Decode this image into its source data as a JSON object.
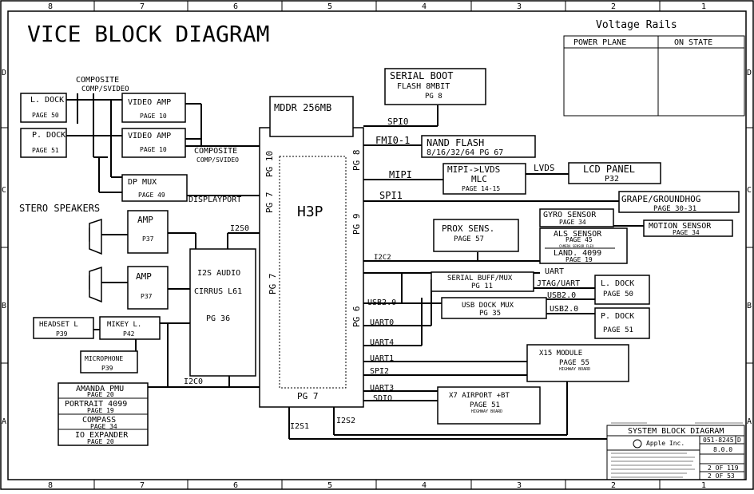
{
  "title": "VICE BLOCK DIAGRAM",
  "border": {
    "columns": [
      "8",
      "7",
      "6",
      "5",
      "4",
      "3",
      "2",
      "1"
    ],
    "rows": [
      "D",
      "C",
      "B",
      "A"
    ]
  },
  "voltage_rails": {
    "title": "Voltage Rails",
    "col_power": "POWER PLANE",
    "col_state": "ON STATE"
  },
  "soc": {
    "name": "H3P",
    "pg_left_top": "PG 10",
    "pg_left_mid": "PG 7",
    "pg_left_low": "PG 7",
    "pg_right_top": "PG 8",
    "pg_right_mid": "PG 9",
    "pg_right_low": "PG 6",
    "pg_bottom": "PG 7"
  },
  "mddr": "MDDR 256MB",
  "serial_boot": {
    "l1": "SERIAL BOOT",
    "l2": "FLASH 8MBIT",
    "l3": "PG 8"
  },
  "nand": {
    "l1": "NAND FLASH",
    "l2": "8/16/32/64  PG 67"
  },
  "mipi_lvds": {
    "l1": "MIPI->LVDS",
    "l2": "MLC",
    "l3": "PAGE 14-15"
  },
  "lcd": {
    "l1": "LCD PANEL",
    "l2": "P32"
  },
  "grape": {
    "l1": "GRAPE/GROUNDHOG",
    "l2": "PAGE 30-31"
  },
  "gyro": {
    "l1": "GYRO SENSOR",
    "l2": "PAGE 34"
  },
  "motion": {
    "l1": "MOTION SENSOR",
    "l2": "PAGE 34"
  },
  "als": {
    "l1": "ALS SENSOR",
    "l2": "PAGE 45",
    "l3": "CAMERA SENSOR FLEX"
  },
  "land": {
    "l1": "LAND. 4099",
    "l2": "PAGE 19"
  },
  "prox": {
    "l1": "PROX SENS.",
    "l2": "PAGE 57"
  },
  "serial_buff": {
    "l1": "SERIAL BUFF/MUX",
    "l2": "PG 11"
  },
  "usb_dock_mux": {
    "l1": "USB DOCK MUX",
    "l2": "PG 35"
  },
  "l_dock_r": {
    "l1": "L. DOCK",
    "l2": "PAGE 50"
  },
  "p_dock_r": {
    "l1": "P. DOCK",
    "l2": "PAGE 51"
  },
  "x15": {
    "l1": "X15 MODULE",
    "l2": "PAGE 55",
    "l3": "HIGHWAY BOARD"
  },
  "x7": {
    "l1": "X7 AIRPORT +BT",
    "l2": "PAGE 51",
    "l3": "HIGHWAY BOARD"
  },
  "l_dock_l": {
    "l1": "L. DOCK",
    "l2": "PAGE 50"
  },
  "p_dock_l": {
    "l1": "P. DOCK",
    "l2": "PAGE 51"
  },
  "composite_top": {
    "l1": "COMPOSITE",
    "l2": "COMP/SVIDEO"
  },
  "video_amp1": {
    "l1": "VIDEO AMP",
    "l2": "PAGE 10"
  },
  "video_amp2": {
    "l1": "VIDEO AMP",
    "l2": "PAGE 10"
  },
  "dp_mux": {
    "l1": "DP MUX",
    "l2": "PAGE 49"
  },
  "composite_mid": {
    "l1": "COMPOSITE",
    "l2": "COMP/SVIDEO"
  },
  "stereo": "STERO SPEAKERS",
  "amp1": {
    "l1": "AMP",
    "l2": "P37"
  },
  "amp2": {
    "l1": "AMP",
    "l2": "P37"
  },
  "i2s_audio": {
    "l1": "I2S AUDIO",
    "l2": "CIRRUS L61",
    "l3": "PG 36"
  },
  "headset": {
    "l1": "HEADSET L",
    "l2": "P39"
  },
  "mikey": {
    "l1": "MIKEY L.",
    "l2": "P42"
  },
  "microphone": {
    "l1": "MICROPHONE",
    "l2": "P39"
  },
  "pmu_stack": [
    {
      "l1": "AMANDA PMU",
      "l2": "PAGE 20"
    },
    {
      "l1": "PORTRAIT 4099",
      "l2": "PAGE 19"
    },
    {
      "l1": "COMPASS",
      "l2": "PAGE 34"
    },
    {
      "l1": "IO EXPANDER",
      "l2": "PAGE 20"
    }
  ],
  "signals": {
    "spi0": "SPI0",
    "fmi": "FMI0-1",
    "mipi": "MIPI",
    "lvds": "LVDS",
    "spi1": "SPI1",
    "i2c2": "I2C2",
    "uart": "UART",
    "jtag": "JTAG/UART",
    "usb20a": "USB2.0",
    "usb20b": "USB2.0",
    "usb20c": "USB2.0",
    "uart0": "UART0",
    "uart4": "UART4",
    "uart1": "UART1",
    "spi2": "SPI2",
    "uart3": "UART3",
    "sdio": "SDIO",
    "i2s0": "I2S0",
    "i2c0": "I2C0",
    "i2s1": "I2S1",
    "i2s2": "I2S2",
    "displayport": "DISPLAYPORT"
  },
  "title_block": {
    "title": "SYSTEM BLOCK DIAGRAM",
    "company": "Apple Inc.",
    "doc_no": "051-8245",
    "rev_letter": "D",
    "rev": "8.0.0",
    "page": "2 OF 119",
    "sheet": "2 OF 53"
  }
}
